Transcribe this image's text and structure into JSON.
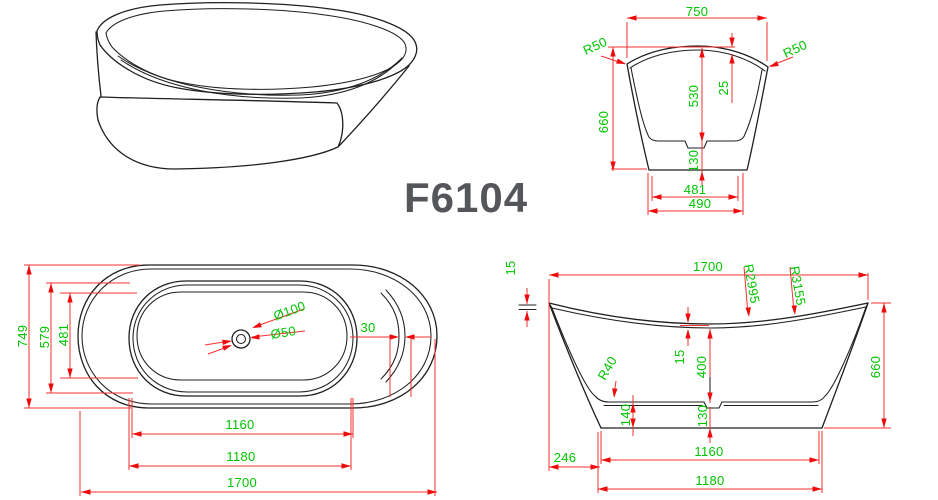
{
  "title": {
    "model": "F6104"
  },
  "colors": {
    "dimension_red": "#f63030",
    "label_green": "#00c400",
    "outline_black": "#1f1f1f",
    "model_gray": "#54565a",
    "background": "#ffffff"
  },
  "views": {
    "perspective": {
      "name": "perspective sketch of slipper bathtub"
    },
    "end_view": {
      "dims": {
        "width_top": "750",
        "radius_left": "R50",
        "radius_right": "R50",
        "height": "660",
        "inner_depth": "530",
        "rim_offset": "25",
        "base_height": "130",
        "base_width_inner": "481",
        "base_width_outer": "490"
      }
    },
    "plan_view": {
      "dims": {
        "overall_width": "749",
        "inner_width": "579",
        "bowl_width": "481",
        "drain_outer": "Ø100",
        "drain_inner": "Ø50",
        "rim_edge": "30",
        "bowl_length": "1160",
        "inner_length": "1180",
        "overall_length": "1700"
      }
    },
    "side_view": {
      "dims": {
        "rim_tip_thickness": "15",
        "top_length": "1700",
        "top_radius_inner": "R2995",
        "top_radius_outer": "R3155",
        "rim_center_thickness": "15",
        "inner_depth": "400",
        "bottom_radius": "R40",
        "floor_height": "140",
        "drain_clearance": "130",
        "height": "660",
        "end_overhang": "246",
        "base_inner_length": "1160",
        "base_length": "1180"
      }
    }
  }
}
